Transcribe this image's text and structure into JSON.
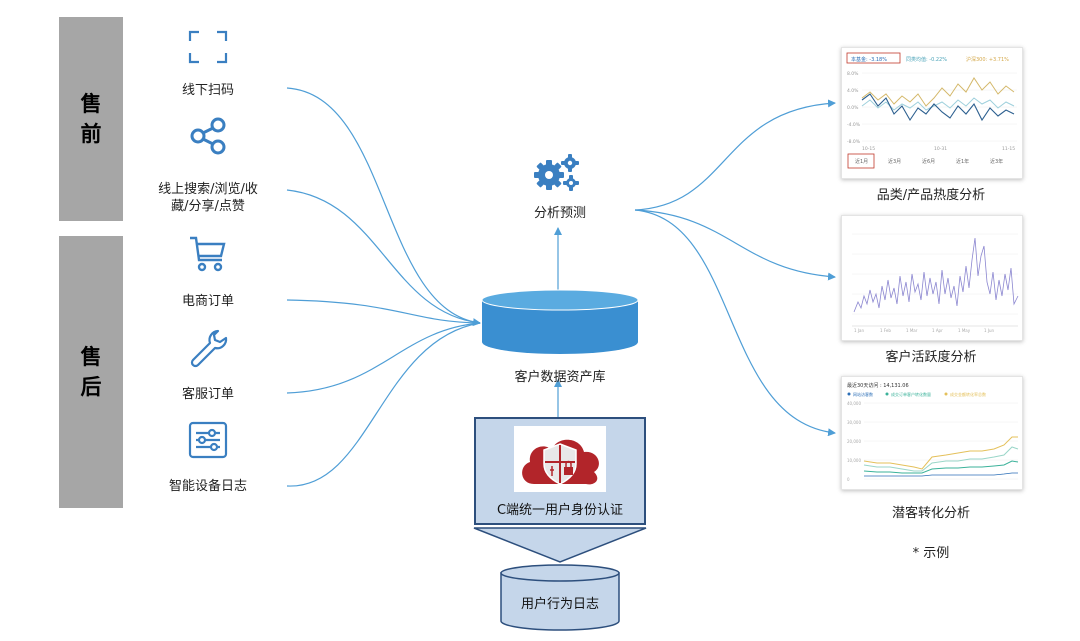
{
  "sides": {
    "presale": [
      "售",
      "前"
    ],
    "aftersale": [
      "售",
      "后"
    ]
  },
  "sources": [
    {
      "icon": "scan-icon",
      "label": "线下扫码"
    },
    {
      "icon": "share-icon",
      "label": "线上搜索/浏览/收藏/分享/点赞",
      "line1": "线上搜索/浏览/收",
      "line2": "藏/分享/点赞"
    },
    {
      "icon": "cart-icon",
      "label": "电商订单"
    },
    {
      "icon": "wrench-icon",
      "label": "客服订单"
    },
    {
      "icon": "device-settings-icon",
      "label": "智能设备日志"
    }
  ],
  "center": {
    "analysis": "分析预测",
    "database": "客户数据资产库",
    "auth": "C端统一用户身份认证",
    "behavior_log": "用户行为日志"
  },
  "outputs": [
    {
      "label": "品类/产品热度分析"
    },
    {
      "label": "客户活跃度分析"
    },
    {
      "label": "潜客转化分析"
    }
  ],
  "note": "* 示例",
  "thumb1": {
    "legend": [
      "本基金: -3.18%",
      "同类均值: -0.22%",
      "沪深300: +3.71%"
    ],
    "yticks": [
      "8.0%",
      "4.0%",
      "0.0%",
      "-4.0%",
      "-8.0%"
    ],
    "xticks": [
      "10-15",
      "10-31",
      "11-15"
    ],
    "tabs": [
      "近1月",
      "近3月",
      "近6月",
      "近1年",
      "近3年"
    ]
  },
  "thumb3": {
    "title": "最近30天访问 : 14,131.06",
    "legend": [
      "网站访客数",
      "成交订单客户转化数量",
      "成交金额转化率总数"
    ],
    "yticks": [
      "40,000",
      "30,000",
      "20,000",
      "10,000",
      "0"
    ]
  },
  "colors": {
    "arrow": "#4f9ed6",
    "db_top": "#5aabe0",
    "db_body": "#3a8fd1",
    "auth_bg": "#c5d6ea",
    "auth_border": "#2d4f7d",
    "side_tab": "#a6a6a6"
  }
}
